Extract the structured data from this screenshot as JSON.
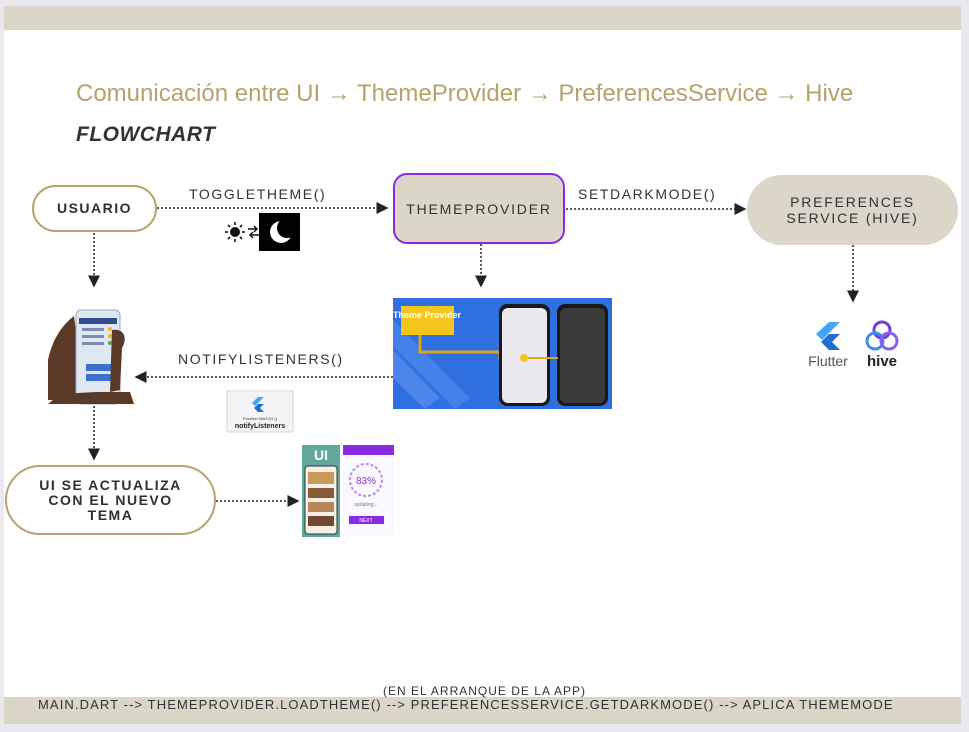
{
  "title": "Comunicación entre UI → ThemeProvider → PreferencesService → Hive",
  "subtitle": "FLOWCHART",
  "nodes": {
    "usuario": "USUARIO",
    "theme_provider": "THEMEPROVIDER",
    "preferences_line1": "PREFERENCES",
    "preferences_line2": "SERVICE (HIVE)",
    "ui_update_line1": "UI SE ACTUALIZA",
    "ui_update_line2": "CON EL NUEVO",
    "ui_update_line3": "TEMA"
  },
  "edges": {
    "toggle_theme": "TOGGLETHEME()",
    "set_dark_mode": "SETDARKMODE()",
    "notify_listeners": "NOTIFYLISTENERS()"
  },
  "images": {
    "theme_provider_badge": "Theme Provider",
    "flutter_label": "Flutter",
    "hive_label": "hive",
    "notify_card_line1": "Provider WATCH ()",
    "notify_card_line2": "notifyListeners",
    "ui_badge": "UI",
    "progress_value": "83%",
    "progress_caption": "updating...",
    "next_button": "NEXT"
  },
  "footer": {
    "note": "(EN EL ARRANQUE DE LA APP)",
    "line": "MAIN.DART --> THEMEPROVIDER.LOADTHEME() --> PREFERENCESSERVICE.GETDARKMODE() --> APLICA THEMEMODE"
  },
  "colors": {
    "accent_gold": "#b5a46d",
    "band": "#dcd6c8",
    "highlight_purple": "#8a2be2",
    "flutter_blue": "#1f6fd1"
  }
}
